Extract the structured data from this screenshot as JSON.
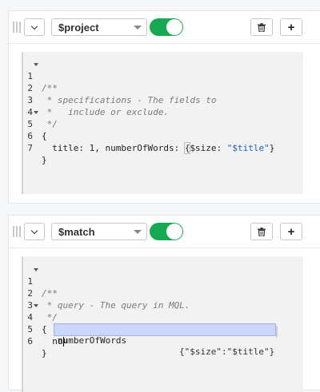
{
  "stages": [
    {
      "operator": "$project",
      "enabled": true,
      "code_lines": [
        {
          "no": "1",
          "text": "/**"
        },
        {
          "no": "2",
          "text": " * specifications - The fields to"
        },
        {
          "no": "3",
          "text": " *   include or exclude."
        },
        {
          "no": "4",
          "text": " */"
        },
        {
          "no": "5",
          "text": "{"
        },
        {
          "no": "6",
          "pre": "  title: 1, numberOfWords: ",
          "brace": "{",
          "mid": "$size: ",
          "str": "\"$title\"",
          "post": "}"
        },
        {
          "no": "7",
          "text": "}"
        }
      ]
    },
    {
      "operator": "$match",
      "enabled": true,
      "code_lines": [
        {
          "no": "1",
          "text": "/**"
        },
        {
          "no": "2",
          "text": " * query - The query in MQL."
        },
        {
          "no": "3",
          "text": " */"
        },
        {
          "no": "4",
          "text": "{"
        },
        {
          "no": "5",
          "text": "  nu"
        },
        {
          "no": "6",
          "text": "}"
        }
      ],
      "autocomplete": {
        "match": "nu",
        "rest": "mberOfWords",
        "meta": "{\"$size\":\"$title\"}"
      }
    }
  ],
  "icons": {
    "drag": "drag-handle-icon",
    "collapse": "chevron-down-icon",
    "delete": "trash-icon",
    "add": "plus"
  },
  "buttons": {
    "add_label": "+"
  },
  "colors": {
    "toggle_on": "#13aa52"
  }
}
